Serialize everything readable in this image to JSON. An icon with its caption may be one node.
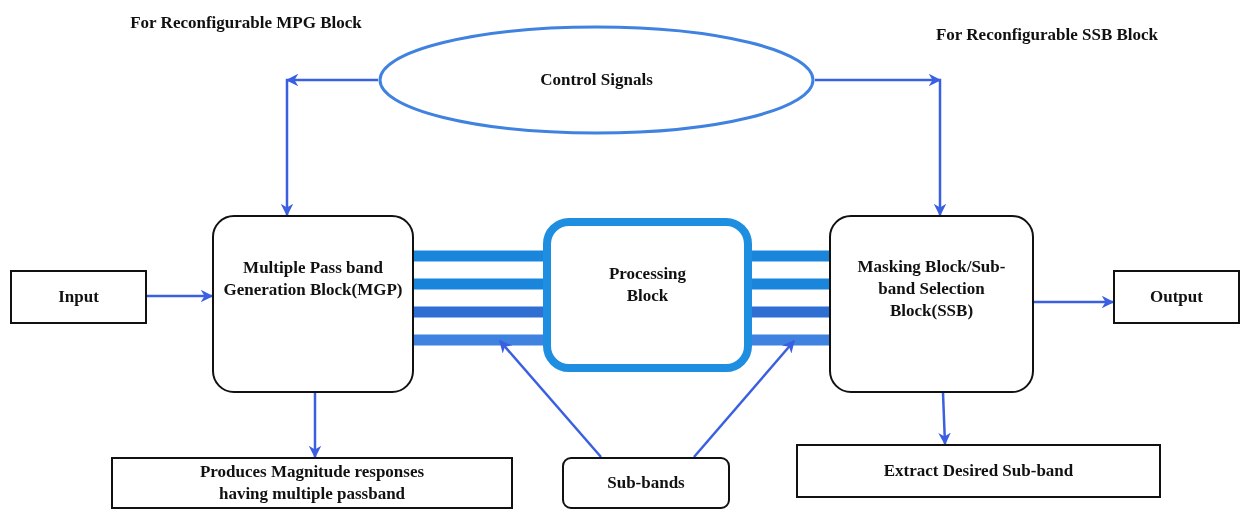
{
  "diagram": {
    "nodes": [
      {
        "text": [
          "Control Signals"
        ]
      },
      {
        "text": [
          "Input"
        ]
      },
      {
        "text": [
          "Multiple Pass band Generation Block(MGP)"
        ]
      },
      {
        "text": [
          "Processing Block"
        ]
      },
      {
        "text": [
          "Masking Block/Sub-band Selection Block(SSB)"
        ]
      },
      {
        "text": [
          "Output"
        ]
      },
      {
        "text": [
          "Produces Magnitude responses having multiple passband"
        ]
      },
      {
        "text": [
          "Sub-bands"
        ]
      },
      {
        "text": [
          "Extract  Desired Sub-band"
        ]
      }
    ],
    "edges": [
      {
        "from": 0,
        "to": 2,
        "arrow": "to"
      },
      {
        "from": 0,
        "to": 4,
        "arrow": "to"
      },
      {
        "from": 1,
        "to": 2,
        "arrow": "to"
      },
      {
        "from": 4,
        "to": 5,
        "arrow": "to"
      },
      {
        "from": 2,
        "to": 6,
        "arrow": "to"
      },
      {
        "from": 4,
        "to": 8,
        "arrow": "to"
      },
      {
        "from": 2,
        "to": 3,
        "arrow": "none",
        "style": "thick",
        "color": "#1a86db"
      },
      {
        "from": 2,
        "to": 3,
        "arrow": "none",
        "style": "thick",
        "color": "#1a86db"
      },
      {
        "from": 2,
        "to": 3,
        "arrow": "none",
        "style": "thick",
        "color": "#2f6fd4"
      },
      {
        "from": 2,
        "to": 3,
        "arrow": "none",
        "style": "thick",
        "color": "#3f82e0"
      },
      {
        "from": 3,
        "to": 4,
        "arrow": "none",
        "style": "thick",
        "color": "#1a86db"
      },
      {
        "from": 3,
        "to": 4,
        "arrow": "none",
        "style": "thick",
        "color": "#1a86db"
      },
      {
        "from": 3,
        "to": 4,
        "arrow": "none",
        "style": "thick",
        "color": "#2f6fd4"
      },
      {
        "from": 3,
        "to": 4,
        "arrow": "none",
        "style": "thick",
        "color": "#3f82e0"
      },
      {
        "from": 7,
        "to": null,
        "arrow": "to"
      },
      {
        "from": 7,
        "to": null,
        "arrow": "to"
      }
    ],
    "labels": [
      "For Reconfigurable MPG Block",
      "For Reconfigurable SSB Block"
    ]
  }
}
